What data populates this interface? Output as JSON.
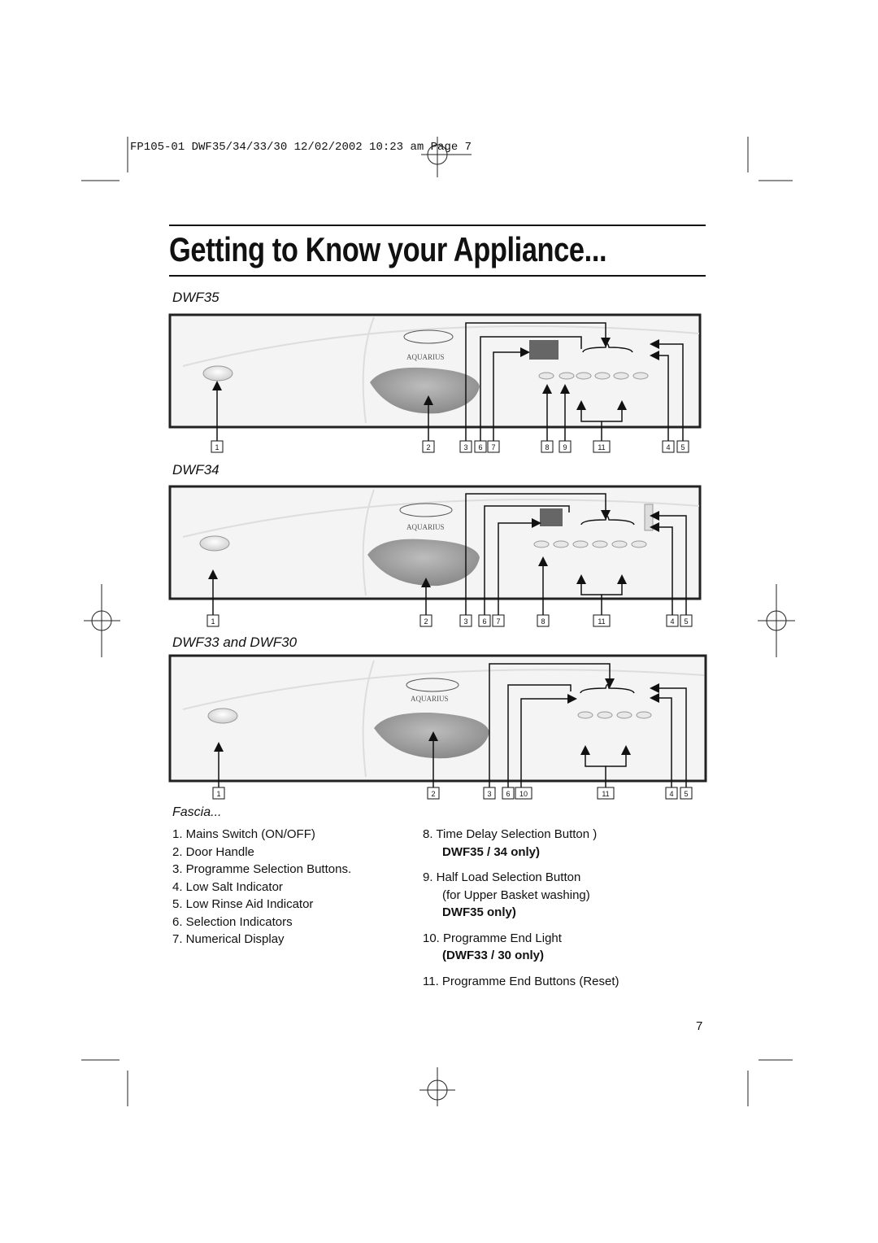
{
  "header_line": "FP105-01 DWF35/34/33/30  12/02/2002  10:23 am  Page 7",
  "title": "Getting to Know your Appliance...",
  "panels": [
    {
      "model": "DWF35",
      "callouts": [
        "1",
        "2",
        "3",
        "6",
        "7",
        "8",
        "9",
        "11",
        "4",
        "5"
      ]
    },
    {
      "model": "DWF34",
      "callouts": [
        "1",
        "2",
        "3",
        "6",
        "7",
        "8",
        "11",
        "4",
        "5"
      ]
    },
    {
      "model": "DWF33 and DWF30",
      "callouts": [
        "1",
        "2",
        "3",
        "6",
        "10",
        "11",
        "4",
        "5"
      ]
    }
  ],
  "fascia_heading": "Fascia...",
  "left_list": [
    "1. Mains Switch (ON/OFF)",
    "2. Door Handle",
    "3. Programme Selection Buttons.",
    "4. Low Salt Indicator",
    "5. Low Rinse Aid Indicator",
    "6. Selection Indicators",
    "7. Numerical Display"
  ],
  "right_list": {
    "item8": "8.  Time Delay Selection Button )",
    "item8_note": "DWF35 / 34 only)",
    "item9": "9.  Half Load Selection Button",
    "item9_sub": "(for Upper Basket washing)",
    "item9_note": "DWF35 only)",
    "item10": "10. Programme End Light",
    "item10_note": "(DWF33 / 30 only)",
    "item11": "11. Programme End Buttons (Reset)"
  },
  "page_number": "7"
}
